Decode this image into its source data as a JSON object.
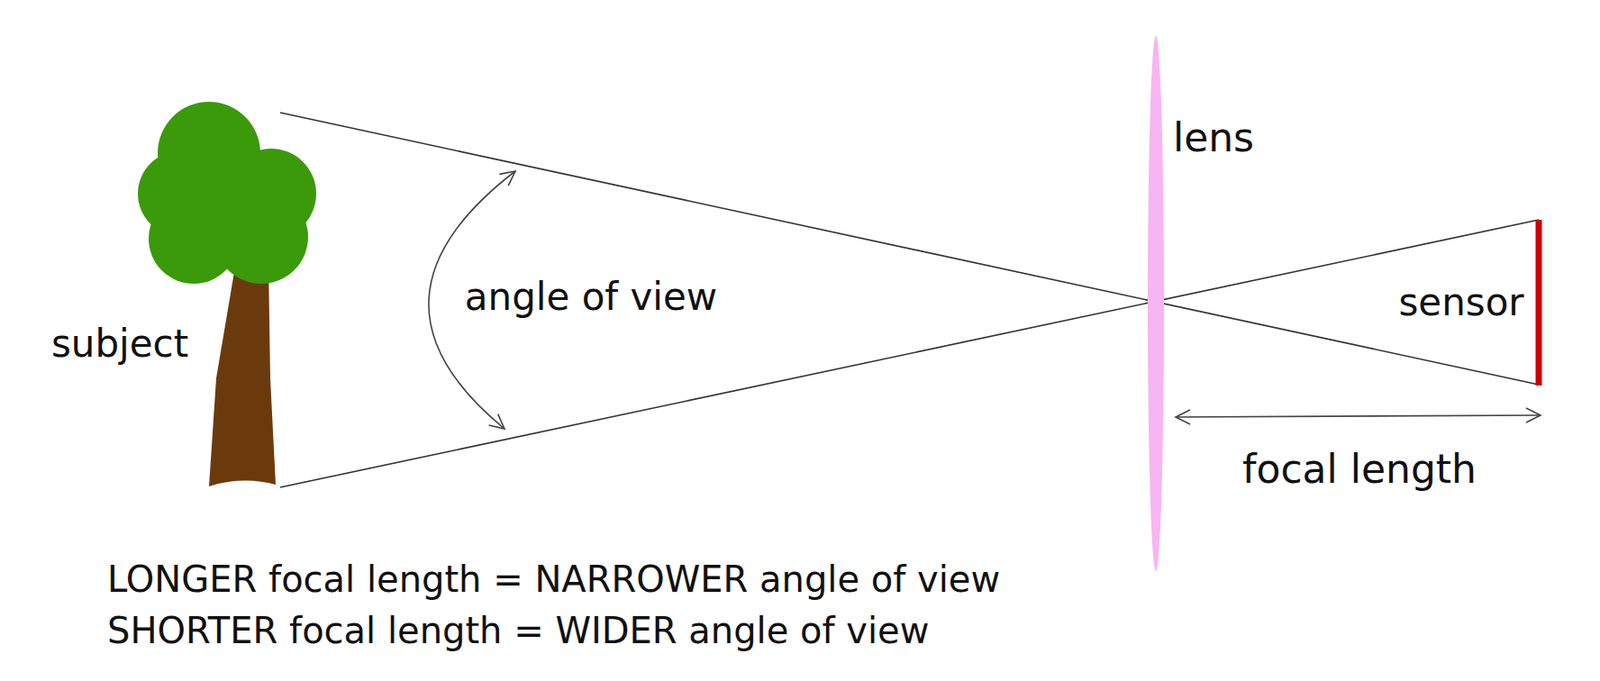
{
  "diagram": {
    "labels": [
      "lens",
      "angle of view",
      "subject",
      "sensor",
      "focal length",
      "LONGER focal length = NARROWER angle of view",
      "SHORTER focal length = WIDER angle of view"
    ]
  }
}
